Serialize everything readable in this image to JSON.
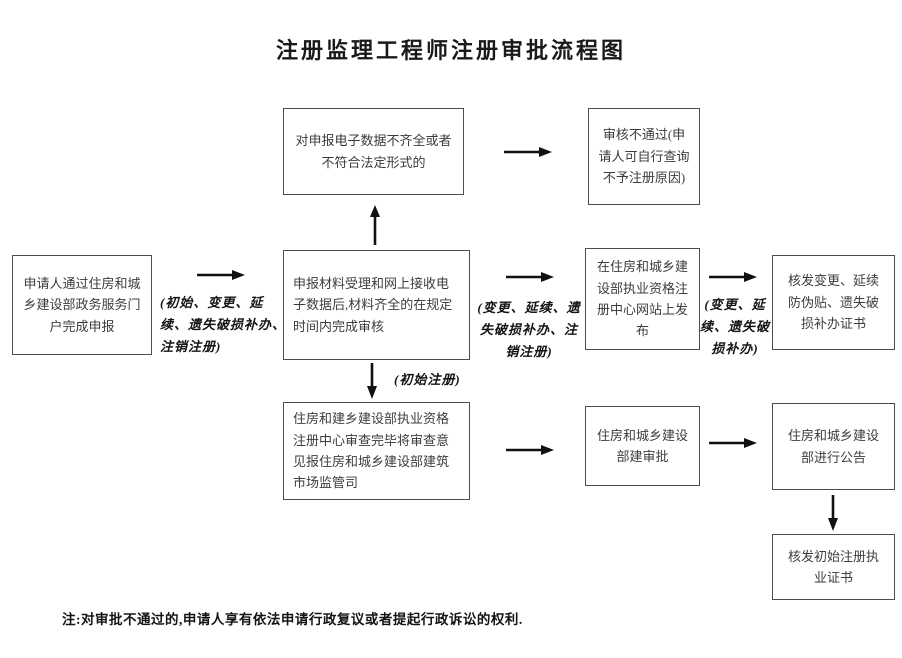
{
  "title": "注册监理工程师注册审批流程图",
  "boxes": {
    "incomplete_data": "对申报电子数据不齐全或者不符合法定形式的",
    "review_failed": "审核不通过(申请人可自行查询不予注册原因)",
    "applicant_apply": "申请人通过住房和城乡建设部政务服务门户完成申报",
    "material_accept": "申报材料受理和网上接收电子数据后,材料齐全的在规定时间内完成审核",
    "publish_website": "在住房和城乡建设部执业资格注册中心网站上发布",
    "issue_change_cert": "核发变更、延续防伪贴、遗失破损补办证书",
    "center_review": "住房和建乡建设部执业资格注册中心审查完毕将审查意见报住房和城乡建设部建筑市场监管司",
    "ministry_approve": "住房和城乡建设部建审批",
    "ministry_announce": "住房和城乡建设部进行公告",
    "issue_initial_cert": "核发初始注册执业证书"
  },
  "labels": {
    "apply_types": "(初始、变更、延续、遗失破损补办、注销注册)",
    "publish_types": "(变更、延续、遗失破损补办、注销注册)",
    "issue_types": "(变更、延续、遗失破损补办)",
    "initial_reg": "(初始注册)"
  },
  "footnote": "注:对审批不通过的,申请人享有依法申请行政复议或者提起行政诉讼的权利.",
  "colors": {
    "line": "#111111",
    "border": "#4d4d4d"
  }
}
